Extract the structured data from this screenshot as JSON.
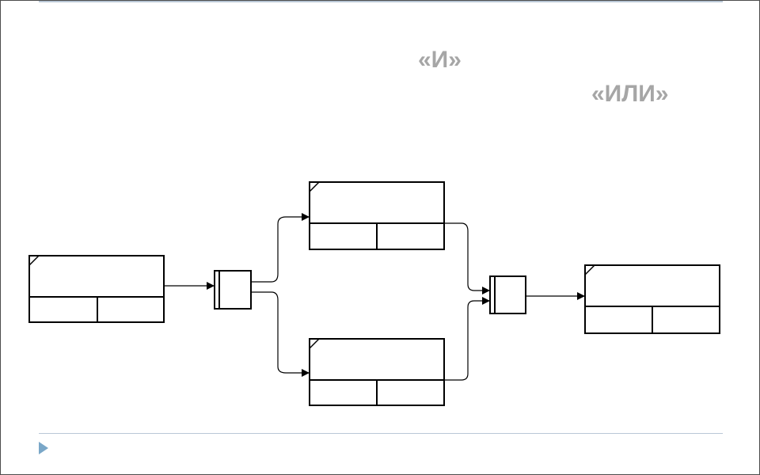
{
  "labels": {
    "and_junction": "«И»",
    "or_junction": "«ИЛИ»"
  },
  "colors": {
    "frame": "#4d4d4d",
    "rule": "#b9c7d6",
    "accent": "#7aa7c8",
    "label": "#a6a6a6",
    "lines": "#000000"
  },
  "diagram": {
    "boxes": [
      "source-box",
      "upper-box",
      "lower-box",
      "target-box"
    ],
    "junctions": [
      "fan-out-junction",
      "fan-in-junction"
    ]
  },
  "icons": {
    "footer": "play-icon"
  }
}
